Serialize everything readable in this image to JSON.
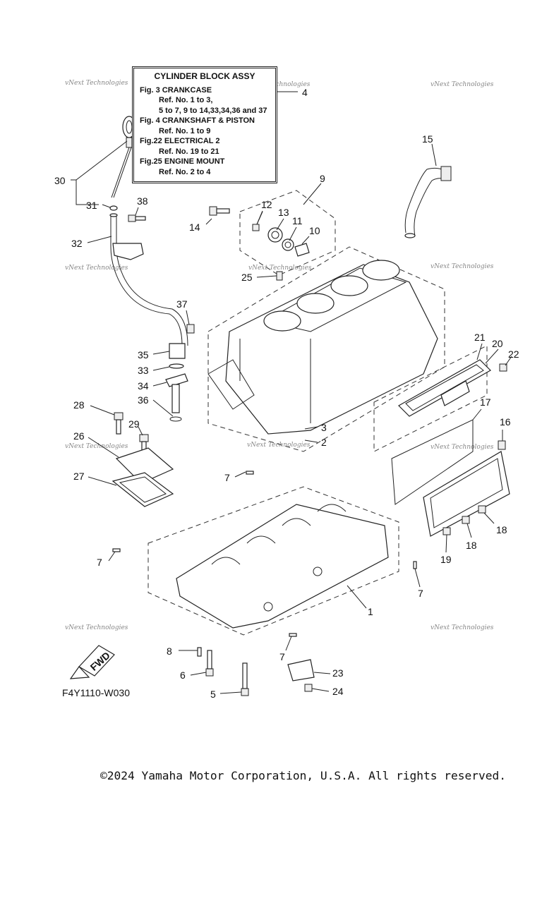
{
  "legend": {
    "title": "CYLINDER BLOCK ASSY",
    "lines": [
      {
        "fig": "Fig.  3 CRANKCASE",
        "refs": [
          "Ref. No. 1 to 3,",
          "5 to 7, 9 to 14,33,34,36 and 37"
        ]
      },
      {
        "fig": "Fig.  4 CRANKSHAFT & PISTON",
        "refs": [
          "Ref. No. 1 to 9"
        ]
      },
      {
        "fig": "Fig.22 ELECTRICAL 2",
        "refs": [
          "Ref. No. 19 to 21"
        ]
      },
      {
        "fig": "Fig.25 ENGINE MOUNT",
        "refs": [
          "Ref. No. 2 to 4"
        ]
      }
    ]
  },
  "callouts": {
    "c1": "1",
    "c2": "2",
    "c3": "3",
    "c4": "4",
    "c5": "5",
    "c6": "6",
    "c7a": "7",
    "c7b": "7",
    "c7c": "7",
    "c7d": "7",
    "c8": "8",
    "c9": "9",
    "c10": "10",
    "c11": "11",
    "c12": "12",
    "c13": "13",
    "c14": "14",
    "c15": "15",
    "c16": "16",
    "c17": "17",
    "c18a": "18",
    "c18b": "18",
    "c19": "19",
    "c20": "20",
    "c21": "21",
    "c22": "22",
    "c23": "23",
    "c24": "24",
    "c25": "25",
    "c26": "26",
    "c27": "27",
    "c28": "28",
    "c29": "29",
    "c30": "30",
    "c31": "31",
    "c32": "32",
    "c33": "33",
    "c34": "34",
    "c35": "35",
    "c36": "36",
    "c37": "37",
    "c38": "38"
  },
  "fwd_label": "FWD",
  "figure_code": "F4Y1110-W030",
  "watermark": "vNext Technologies",
  "copyright": "©2024 Yamaha Motor Corporation, U.S.A. All rights reserved."
}
